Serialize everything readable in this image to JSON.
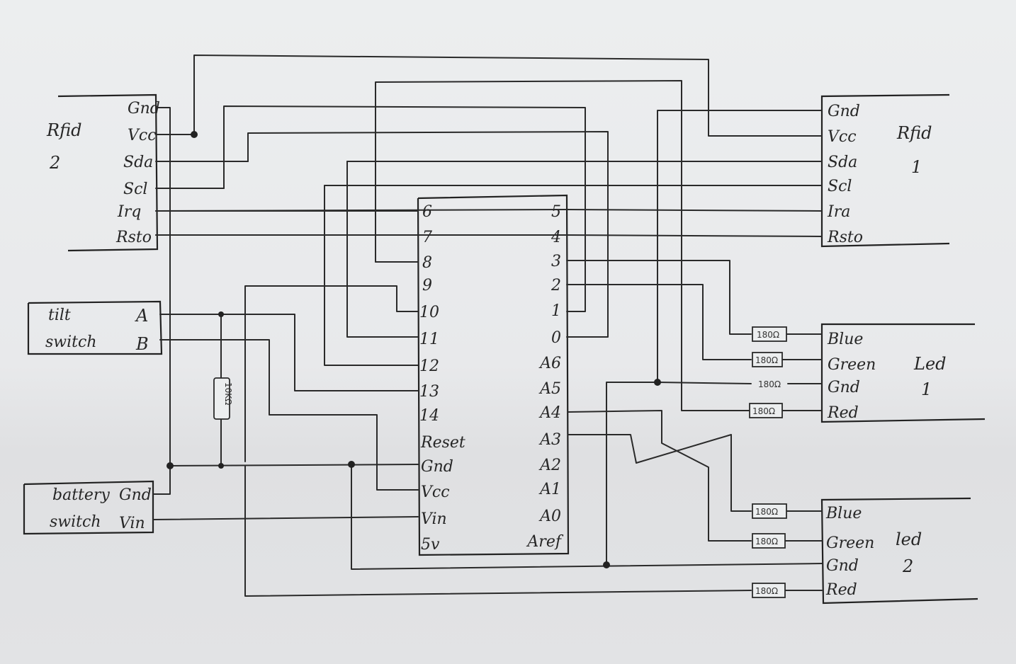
{
  "arduino": {
    "left_pins": [
      "6",
      "7",
      "8",
      "9",
      "10",
      "11",
      "12",
      "13",
      "14",
      "Reset",
      "Gnd",
      "Vcc",
      "Vin",
      "5v"
    ],
    "right_pins": [
      "5",
      "4",
      "3",
      "2",
      "1",
      "0",
      "A6",
      "A5",
      "A4",
      "A3",
      "A2",
      "A1",
      "A0",
      "Aref"
    ]
  },
  "rfid2": {
    "title_line1": "Rfid",
    "title_line2": "2",
    "pins": [
      "Gnd",
      "Vcc",
      "Sda",
      "Scl",
      "Irq",
      "Rsto"
    ]
  },
  "rfid1": {
    "title_line1": "Rfid",
    "title_line2": "1",
    "pins": [
      "Gnd",
      "Vcc",
      "Sda",
      "Scl",
      "Ira",
      "Rsto"
    ]
  },
  "led1": {
    "title_line1": "Led",
    "title_line2": "1",
    "pins": [
      "Blue",
      "Green",
      "Gnd",
      "Red"
    ],
    "resistors": [
      "180Ω",
      "180Ω",
      "180Ω",
      "180Ω"
    ]
  },
  "led2": {
    "title_line1": "led",
    "title_line2": "2",
    "pins": [
      "Blue",
      "Green",
      "Gnd",
      "Red"
    ],
    "resistors": [
      "180Ω",
      "180Ω",
      "180Ω"
    ]
  },
  "tilt_switch": {
    "line1": "tilt",
    "line2": "switch",
    "pins": [
      "A",
      "B"
    ]
  },
  "battery_switch": {
    "line1": "battery",
    "line2": "switch",
    "pins": [
      "Gnd",
      "Vin"
    ]
  },
  "pulldown_resistor": {
    "label": "10KΩ"
  }
}
